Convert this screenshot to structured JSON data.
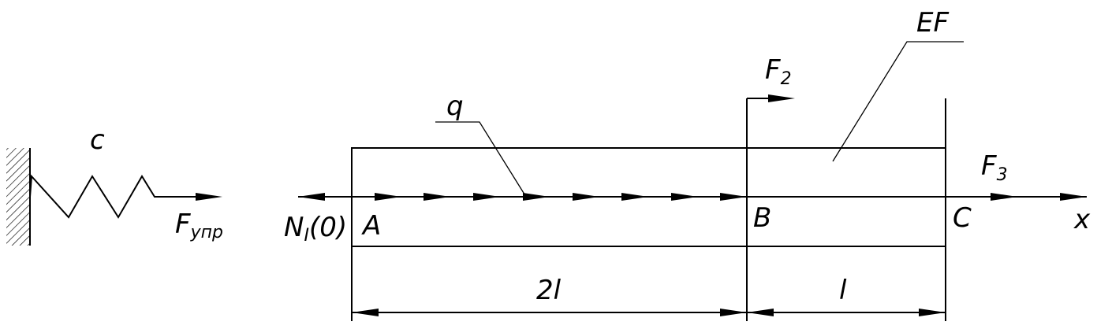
{
  "spring": {
    "stiffness_label": "c",
    "force_label": "F",
    "force_subscript": "упр"
  },
  "bar": {
    "stiffness_label": "EF",
    "distributed_load_label": "q"
  },
  "forces": {
    "f2": {
      "label": "F",
      "subscript": "2"
    },
    "f3": {
      "label": "F",
      "subscript": "3"
    },
    "n1": {
      "label": "N",
      "subscript": "I",
      "suffix": "(0)"
    }
  },
  "points": {
    "a": "A",
    "b": "B",
    "c": "C"
  },
  "axis": {
    "label": "x"
  },
  "dimensions": {
    "ab": "2l",
    "bc": "l"
  }
}
